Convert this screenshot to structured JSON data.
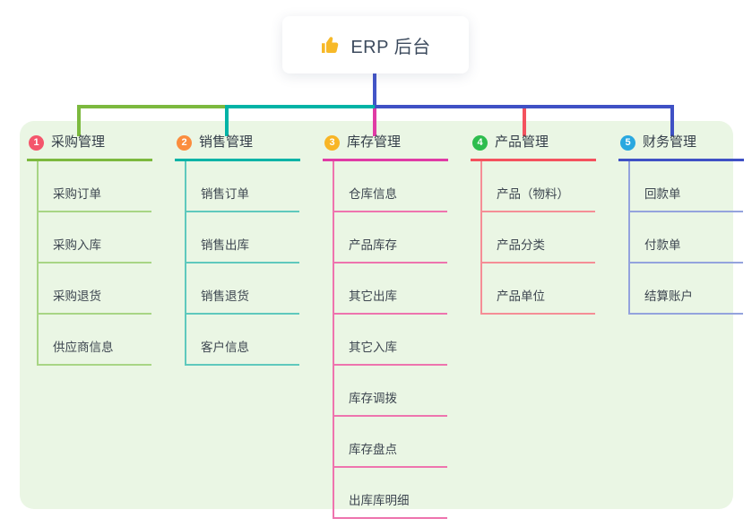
{
  "root": {
    "title": "ERP 后台",
    "icon": "thumbs-up-icon",
    "icon_color": "#f7b928",
    "line_color": "#4355c8"
  },
  "panel": {
    "background": "#eaf6e4"
  },
  "branches": [
    {
      "badge": "1",
      "label": "采购管理",
      "badge_color": "#f4566c",
      "main_color": "#7cb93e",
      "light_color": "#a8d585",
      "children": [
        "采购订单",
        "采购入库",
        "采购退货",
        "供应商信息"
      ]
    },
    {
      "badge": "2",
      "label": "销售管理",
      "badge_color": "#fb8d3e",
      "main_color": "#00b3a6",
      "light_color": "#5fc9bd",
      "children": [
        "销售订单",
        "销售出库",
        "销售退货",
        "客户信息"
      ]
    },
    {
      "badge": "3",
      "label": "库存管理",
      "badge_color": "#f8b525",
      "main_color": "#e03ba5",
      "light_color": "#ee74ae",
      "children": [
        "仓库信息",
        "产品库存",
        "其它出库",
        "其它入库",
        "库存调拨",
        "库存盘点",
        "出库库明细"
      ]
    },
    {
      "badge": "4",
      "label": "产品管理",
      "badge_color": "#2ebd4e",
      "main_color": "#f4525e",
      "light_color": "#f58e96",
      "children": [
        "产品（物料）",
        "产品分类",
        "产品单位"
      ]
    },
    {
      "badge": "5",
      "label": "财务管理",
      "badge_color": "#29a8e0",
      "main_color": "#3f51c5",
      "light_color": "#94a3dd",
      "children": [
        "回款单",
        "付款单",
        "结算账户"
      ]
    }
  ]
}
